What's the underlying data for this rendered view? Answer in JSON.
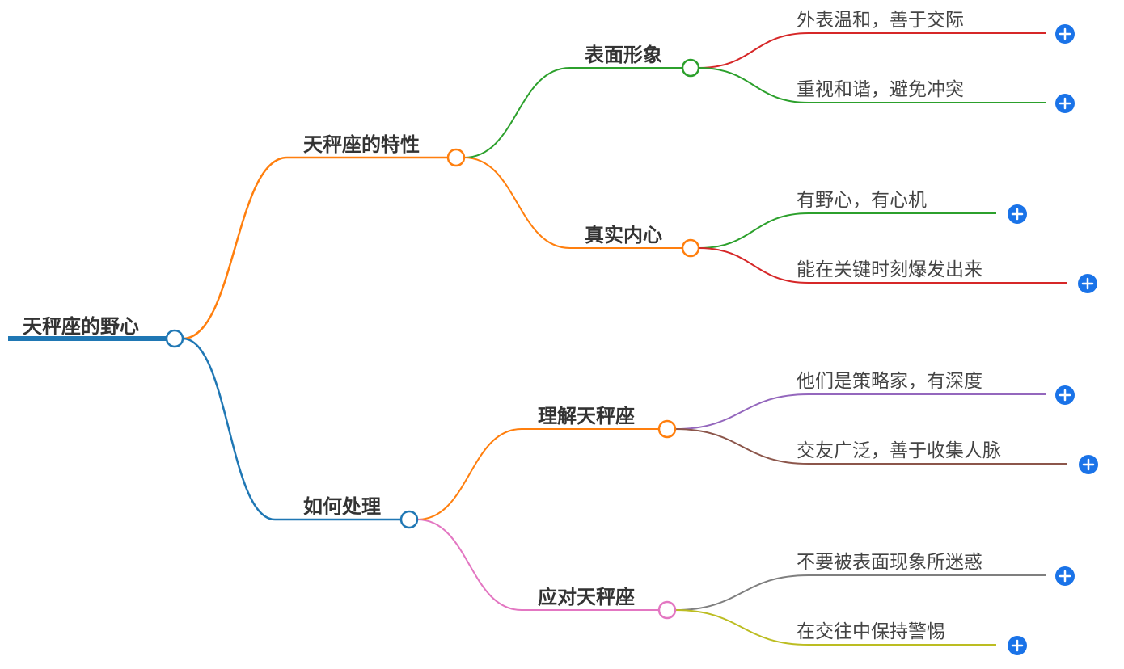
{
  "root": {
    "label": "天秤座的野心",
    "color": "#1f77b4"
  },
  "branches": [
    {
      "label": "天秤座的特性",
      "color": "#ff7f0e",
      "children": [
        {
          "label": "表面形象",
          "color": "#2ca02c",
          "children": [
            {
              "label": "外表温和，善于交际",
              "color": "#d62728"
            },
            {
              "label": "重视和谐，避免冲突",
              "color": "#2ca02c"
            }
          ]
        },
        {
          "label": "真实内心",
          "color": "#ff7f0e",
          "children": [
            {
              "label": "有野心，有心机",
              "color": "#2ca02c"
            },
            {
              "label": "能在关键时刻爆发出来",
              "color": "#d62728"
            }
          ]
        }
      ]
    },
    {
      "label": "如何处理",
      "color": "#1f77b4",
      "children": [
        {
          "label": "理解天秤座",
          "color": "#ff7f0e",
          "children": [
            {
              "label": "他们是策略家，有深度",
              "color": "#9467bd"
            },
            {
              "label": "交友广泛，善于收集人脉",
              "color": "#8c564b"
            }
          ]
        },
        {
          "label": "应对天秤座",
          "color": "#e377c2",
          "children": [
            {
              "label": "不要被表面现象所迷惑",
              "color": "#7f7f7f"
            },
            {
              "label": "在交往中保持警惕",
              "color": "#bcbd22"
            }
          ]
        }
      ]
    }
  ],
  "expand_button": {
    "icon": "plus-icon",
    "color": "#1a73e8"
  }
}
